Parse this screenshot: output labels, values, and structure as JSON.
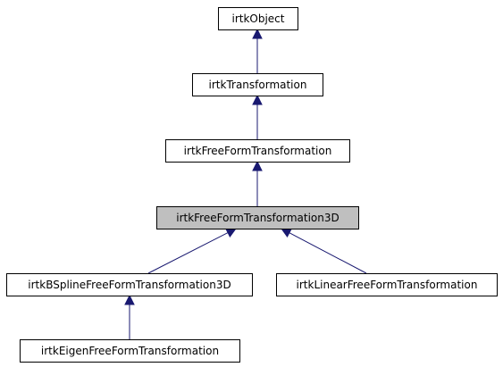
{
  "colors": {
    "edge": "#191970",
    "node_fill": "#ffffff",
    "current_node_fill": "#bfbfbf",
    "node_border": "#000000"
  },
  "nodes": [
    {
      "id": "irtkObject",
      "label": "irtkObject"
    },
    {
      "id": "irtkTransformation",
      "label": "irtkTransformation"
    },
    {
      "id": "irtkFreeFormTransformation",
      "label": "irtkFreeFormTransformation"
    },
    {
      "id": "irtkFreeFormTransformation3D",
      "label": "irtkFreeFormTransformation3D",
      "current": true
    },
    {
      "id": "irtkBSplineFreeFormTransformation3D",
      "label": "irtkBSplineFreeFormTransformation3D"
    },
    {
      "id": "irtkLinearFreeFormTransformation",
      "label": "irtkLinearFreeFormTransformation"
    },
    {
      "id": "irtkEigenFreeFormTransformation",
      "label": "irtkEigenFreeFormTransformation"
    }
  ],
  "edges": [
    {
      "from": "irtkTransformation",
      "to": "irtkObject"
    },
    {
      "from": "irtkFreeFormTransformation",
      "to": "irtkTransformation"
    },
    {
      "from": "irtkFreeFormTransformation3D",
      "to": "irtkFreeFormTransformation"
    },
    {
      "from": "irtkBSplineFreeFormTransformation3D",
      "to": "irtkFreeFormTransformation3D"
    },
    {
      "from": "irtkLinearFreeFormTransformation",
      "to": "irtkFreeFormTransformation3D"
    },
    {
      "from": "irtkEigenFreeFormTransformation",
      "to": "irtkBSplineFreeFormTransformation3D"
    }
  ]
}
